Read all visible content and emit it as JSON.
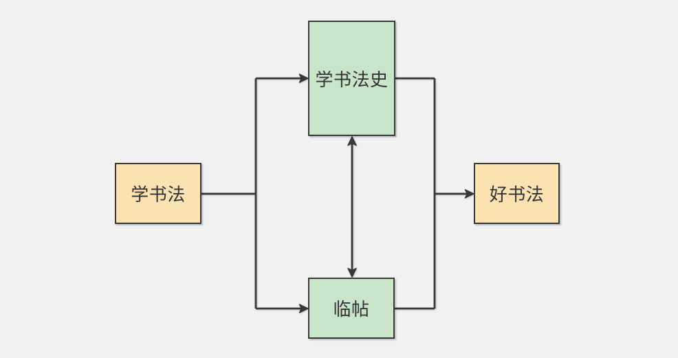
{
  "diagram": {
    "type": "flowchart",
    "background_color": "#f0f1f1",
    "stroke_color": "#383838",
    "text_color": "#333333",
    "node_fill_orange": "#fce1b2",
    "node_fill_green": "#c8e4c9",
    "nodes": {
      "learn_calligraphy": {
        "label": "学书法",
        "fill": "#fce1b2"
      },
      "study_history": {
        "label": "学书法史",
        "fill": "#c8e4c9"
      },
      "copy_models": {
        "label": "临帖",
        "fill": "#c8e4c9"
      },
      "good_calligraphy": {
        "label": "好书法",
        "fill": "#fce1b2"
      }
    },
    "edges": [
      {
        "from": "学书法",
        "to": "学书法史",
        "type": "arrow"
      },
      {
        "from": "学书法",
        "to": "临帖",
        "type": "arrow"
      },
      {
        "from": "学书法史",
        "to": "临帖",
        "type": "double-arrow"
      },
      {
        "from": "学书法史",
        "to": "好书法",
        "type": "arrow"
      },
      {
        "from": "临帖",
        "to": "好书法",
        "type": "arrow"
      }
    ]
  }
}
